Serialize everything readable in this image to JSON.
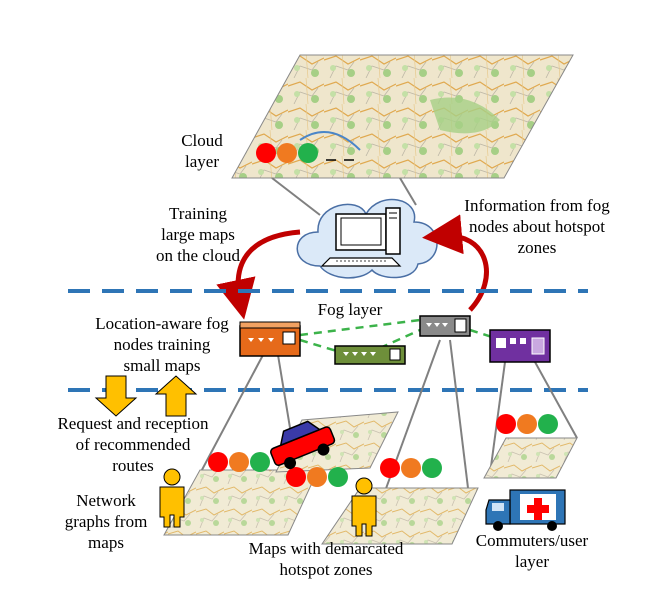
{
  "labels": {
    "cloud_layer": [
      "Cloud",
      "layer"
    ],
    "training_large_maps": [
      "Training",
      "large maps",
      "on the cloud"
    ],
    "info_from_fog": [
      "Information from fog",
      "nodes about hotspot",
      "zones"
    ],
    "fog_layer": "Fog layer",
    "location_aware": [
      "Location-aware fog",
      "nodes training",
      "small maps"
    ],
    "request_reception": [
      "Request and reception",
      "of recommended",
      "routes"
    ],
    "network_graphs": [
      "Network",
      "graphs from",
      "maps"
    ],
    "maps_demarcated": [
      "Maps with demarcated",
      "hotspot zones"
    ],
    "commuters": [
      "Commuters/user",
      "layer"
    ]
  },
  "colors": {
    "layer_divider": "#2e75b6",
    "fog_link": "#3cb34a",
    "arrow_red": "#c00000",
    "arrow_orange": "#ffc000",
    "traffic_red": "#ff0000",
    "traffic_orange": "#f07a20",
    "traffic_green": "#22b14c",
    "router_orange": "#e66a1a",
    "router_green": "#6e8f3a",
    "router_gray": "#8a8a8a",
    "router_purple": "#7030a0",
    "person_yellow": "#ffc000",
    "map_green": "#a9d08e",
    "map_beige": "#f3ecd6"
  },
  "icons": [
    "cloud-icon",
    "computer-icon",
    "router-icon",
    "person-icon",
    "car-icon",
    "ambulance-icon",
    "traffic-light-icon",
    "map-icon"
  ]
}
